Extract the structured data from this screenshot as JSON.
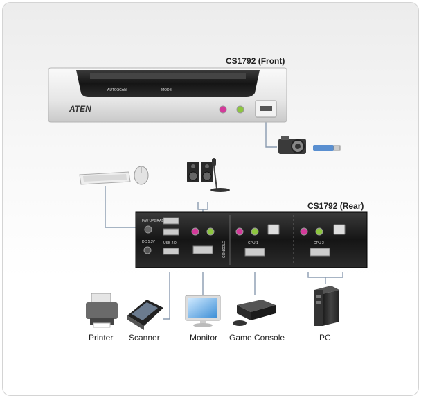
{
  "front": {
    "title": "CS1792 (Front)",
    "brand": "ATEN",
    "autoscan": "AUTOSCAN",
    "mode": "MODE"
  },
  "rear": {
    "title": "CS1792 (Rear)",
    "console": "CONSOLE",
    "cpu1": "CPU 1",
    "cpu2": "CPU 2",
    "usb": "USB 2.0",
    "fw": "F/W UPGRADE",
    "dc": "DC 5.3V"
  },
  "devices": {
    "printer": "Printer",
    "scanner": "Scanner",
    "monitor": "Monitor",
    "game_console": "Game Console",
    "pc": "PC"
  },
  "colors": {
    "mic": "#d33a9a",
    "speaker": "#8dc63f",
    "panel": "#1c1c1c",
    "line": "#8a9bb0"
  }
}
